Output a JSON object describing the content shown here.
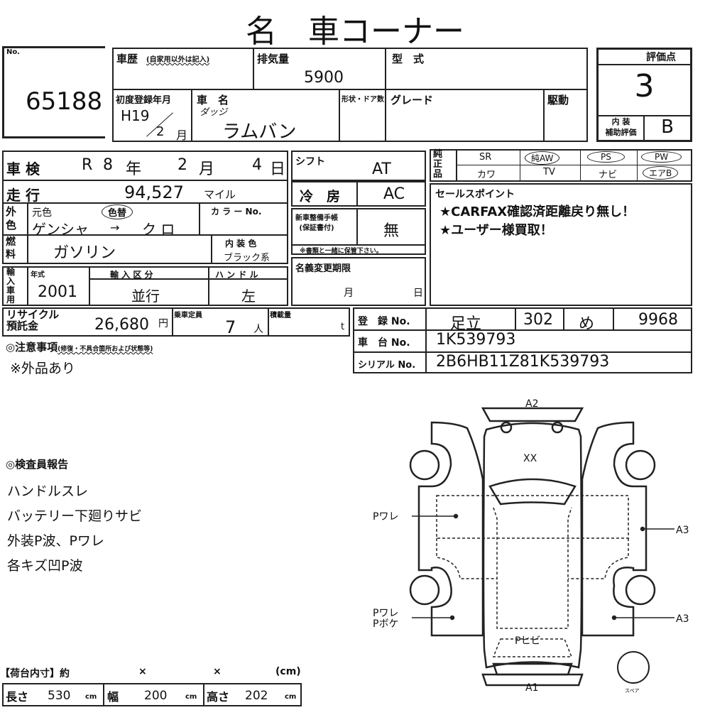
{
  "title": "名　車コーナー",
  "lot": {
    "label": "No.",
    "value": "65188"
  },
  "history": {
    "label": "車歴",
    "note": "(自家用以外は記入)"
  },
  "displacement": {
    "label": "排気量",
    "value": "5900"
  },
  "model_code": {
    "label": "型　式"
  },
  "first_reg": {
    "label": "初度登録年月",
    "year": "H19",
    "month": "2",
    "month_unit": "月"
  },
  "car_name": {
    "label": "車　名",
    "maker": "ダッジ",
    "name": "ラムバン"
  },
  "body_doors": {
    "label": "形状・ドア数"
  },
  "grade": {
    "label": "グレード"
  },
  "drive": {
    "label": "駆動"
  },
  "score": {
    "label": "評価点",
    "value": "3",
    "interior_label": "内 装\n補助評価",
    "interior_value": "B"
  },
  "inspection": {
    "label": "車 検",
    "era": "R",
    "year": "8",
    "year_unit": "年",
    "month": "2",
    "month_unit": "月",
    "day": "4",
    "day_unit": "日"
  },
  "mileage": {
    "label": "走 行",
    "value": "94,527",
    "unit": "マイル"
  },
  "exterior": {
    "label": "外色",
    "orig_label": "元色",
    "changed": "色替",
    "from": "ゲンシャ",
    "arrow": "→",
    "to": "ク ロ",
    "color_no_label": "カ ラ ー No."
  },
  "fuel": {
    "label": "燃料",
    "value": "ガソリン",
    "interior_color_label": "内 装 色",
    "interior_color": "ブラック系"
  },
  "import": {
    "label": "輸入車用",
    "year_label": "年式",
    "year": "2001",
    "type_label": "輸 入 区 分",
    "type": "並行",
    "handle_label": "ハ ン ド ル",
    "handle": "左"
  },
  "recycle": {
    "label": "リサイクル\n預託金",
    "value": "26,680",
    "unit": "円"
  },
  "capacity": {
    "label": "乗車定員",
    "value": "7",
    "unit": "人"
  },
  "load": {
    "label": "積載量",
    "unit": "t"
  },
  "shift": {
    "label": "シフト",
    "value": "AT"
  },
  "ac": {
    "label": "冷　房",
    "value": "AC"
  },
  "manual": {
    "label": "新車整備手帳\n(保証書付)",
    "value": "無",
    "note": "※書類と一緒に保管下さい。"
  },
  "name_change": {
    "label": "名義変更期限",
    "month": "月",
    "day": "日"
  },
  "equipment": {
    "label": "純正品",
    "items": [
      [
        "SR",
        "純AW",
        "PS",
        "PW"
      ],
      [
        "カワ",
        "TV",
        "ナビ",
        "エアB"
      ]
    ],
    "circled": [
      "純AW",
      "PS",
      "PW",
      "エアB"
    ]
  },
  "sales_point": {
    "label": "セールスポイント",
    "lines": [
      "★CARFAX確認済距離戻り無し！",
      "★ユーザー様買取！"
    ]
  },
  "registration": {
    "label": "登　録 No.",
    "area": "足立",
    "class": "302",
    "kana": "め",
    "number": "9968"
  },
  "chassis": {
    "label": "車　台 No.",
    "value": "1K539793"
  },
  "serial": {
    "label": "シリアル No.",
    "value": "2B6HB11Z81K539793"
  },
  "notes": {
    "label": "◎注意事項",
    "sub": "(修復・不具合箇所および状態等)",
    "text": "※外品あり"
  },
  "inspector": {
    "label": "◎検査員報告",
    "lines": [
      "ハンドルスレ",
      "バッテリー下廻りサビ",
      "外装P波、Pワレ",
      "各キズ凹P波"
    ]
  },
  "diagram": {
    "top": "A2",
    "bottom": "A1",
    "roof": "XX",
    "rear_glass": "Pヒビ",
    "left_front": "Pワレ",
    "left_rear_1": "Pワレ",
    "left_rear_2": "Pボケ",
    "right_front": "A3",
    "right_rear": "A3",
    "spare": "スペア"
  },
  "cargo": {
    "label": "【荷台内寸】約",
    "x1": "×",
    "x2": "×",
    "unit_paren": "(cm)",
    "length_label": "長さ",
    "length": "530",
    "width_label": "幅",
    "width": "200",
    "height_label": "高さ",
    "height": "202",
    "unit": "cm"
  }
}
